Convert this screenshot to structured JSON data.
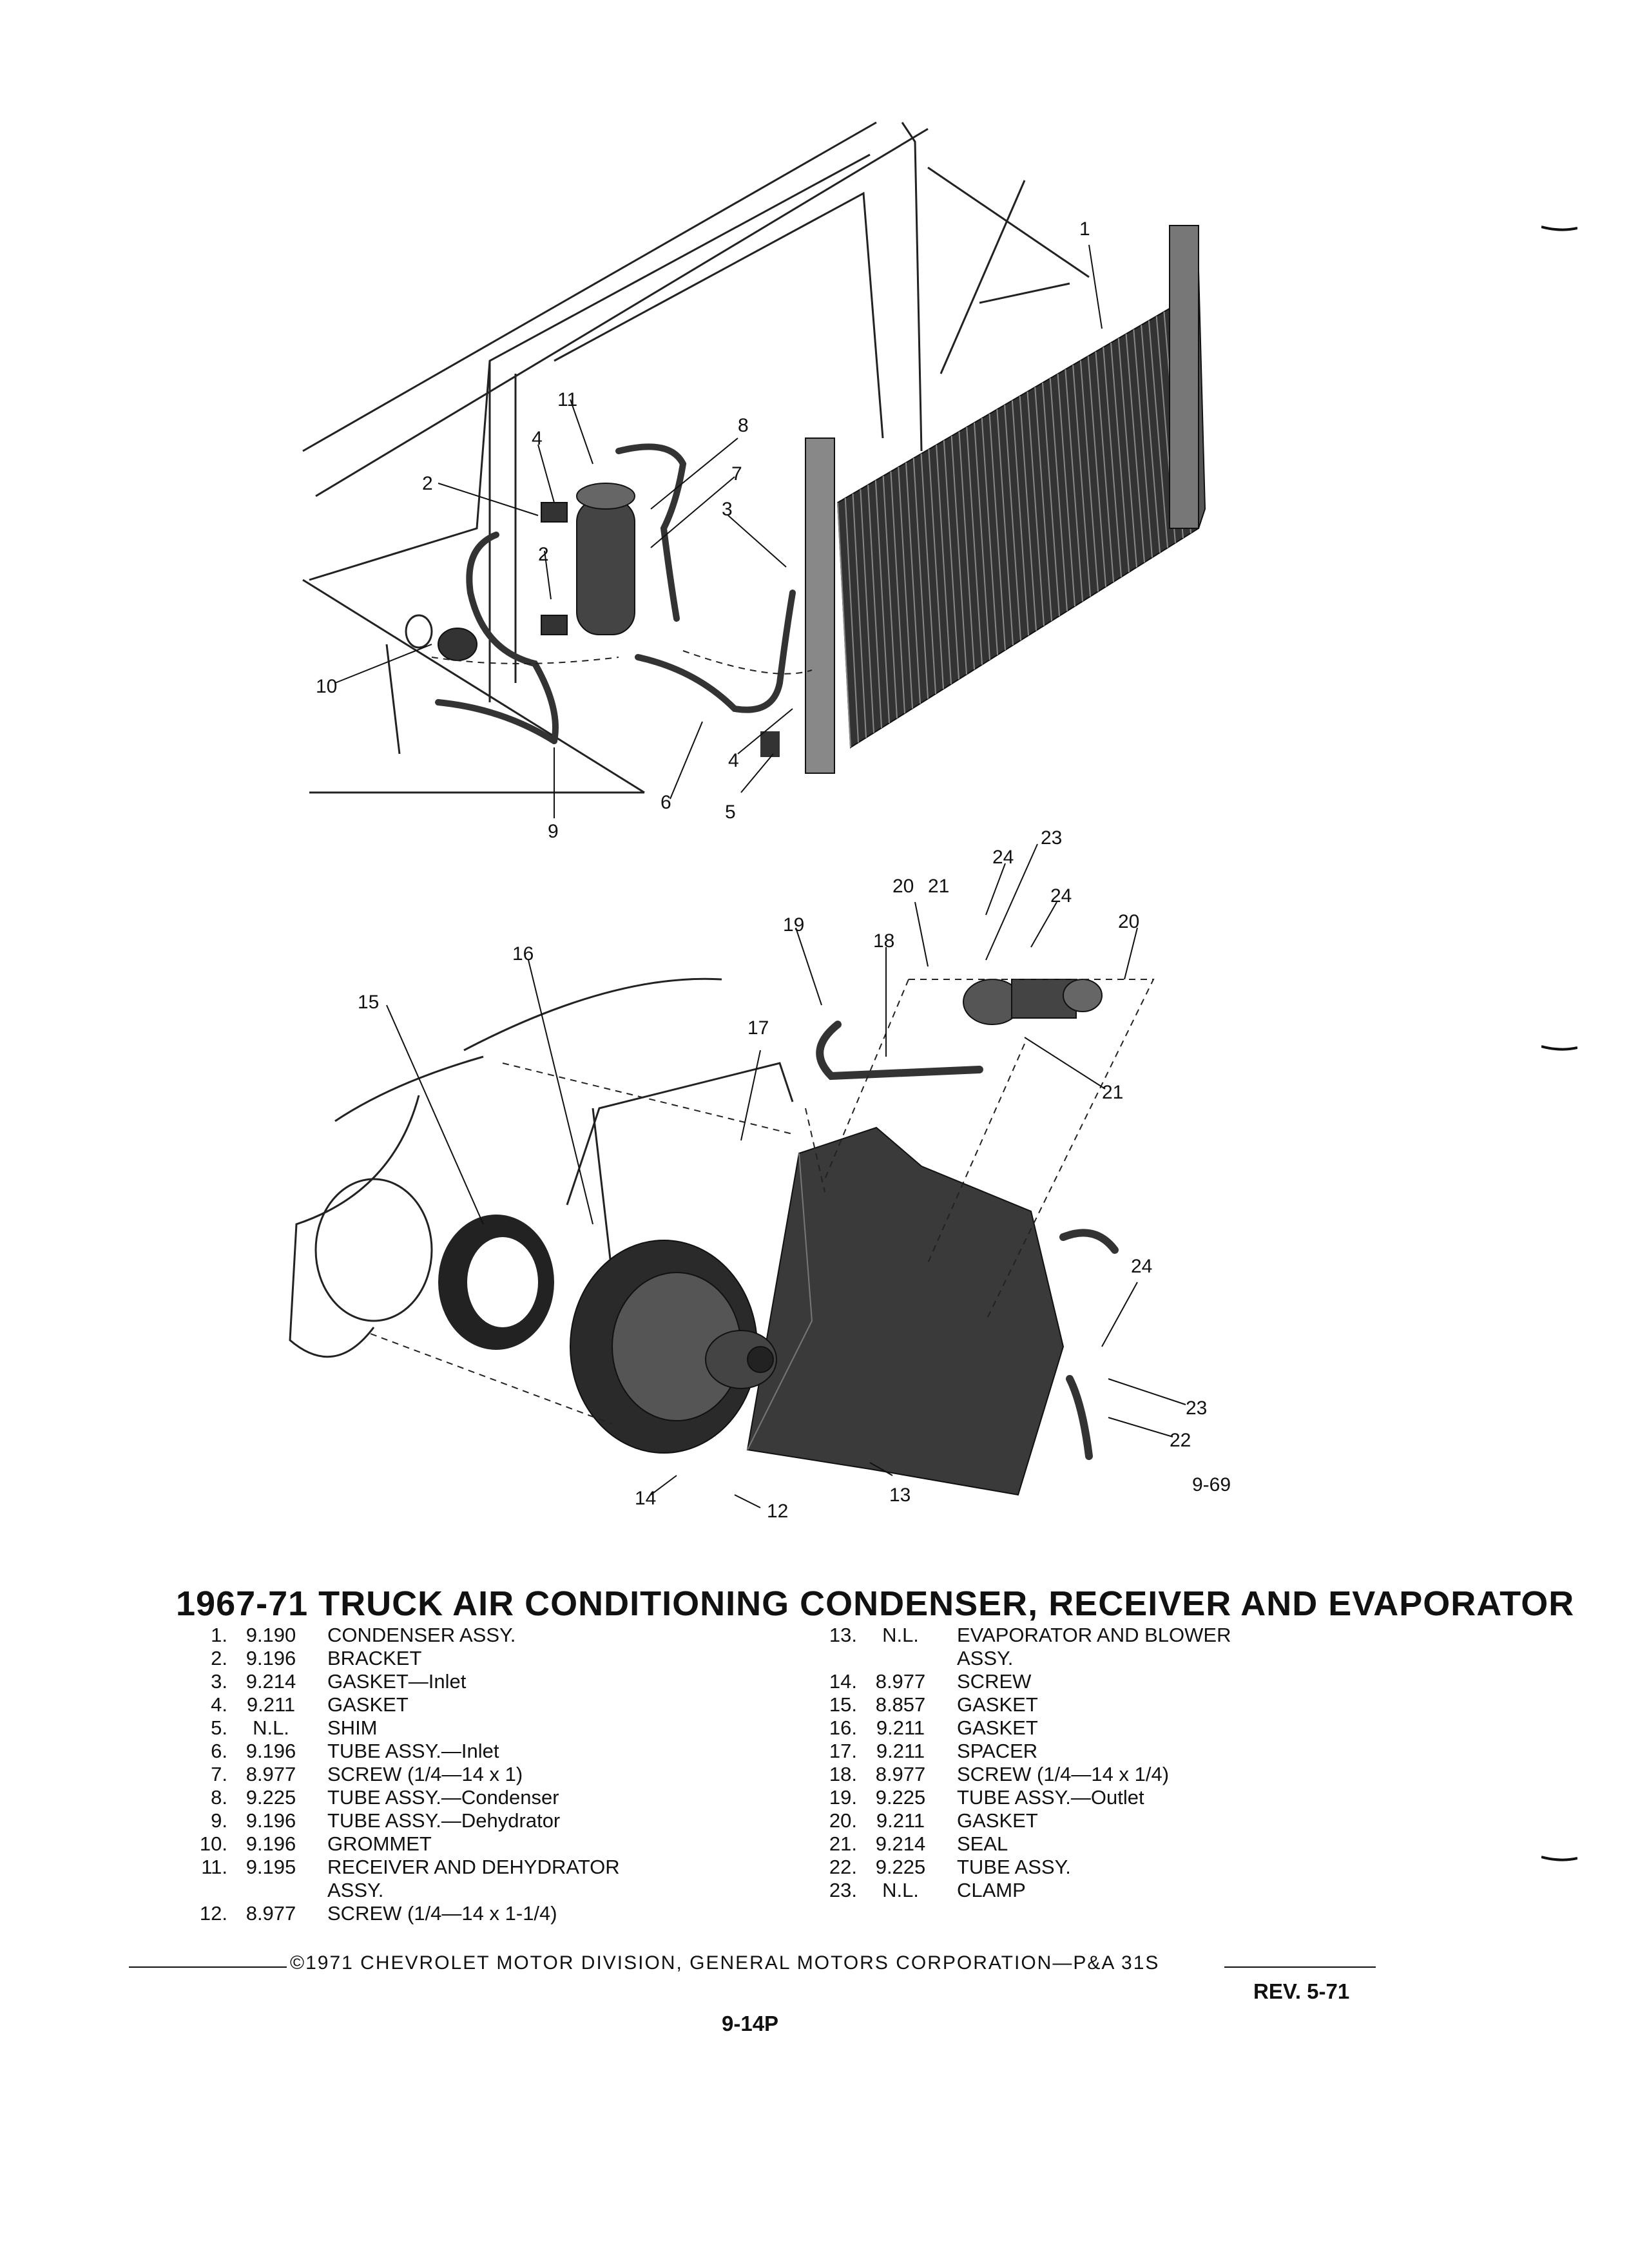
{
  "figure": {
    "code": "9-69",
    "callouts": [
      {
        "label": "1"
      },
      {
        "label": "11"
      },
      {
        "label": "8"
      },
      {
        "label": "4"
      },
      {
        "label": "2"
      },
      {
        "label": "7"
      },
      {
        "label": "3"
      },
      {
        "label": "2"
      },
      {
        "label": "10"
      },
      {
        "label": "9"
      },
      {
        "label": "6"
      },
      {
        "label": "4"
      },
      {
        "label": "5"
      },
      {
        "label": "23"
      },
      {
        "label": "24"
      },
      {
        "label": "20"
      },
      {
        "label": "21"
      },
      {
        "label": "24"
      },
      {
        "label": "20"
      },
      {
        "label": "19"
      },
      {
        "label": "18"
      },
      {
        "label": "16"
      },
      {
        "label": "15"
      },
      {
        "label": "17"
      },
      {
        "label": "21"
      },
      {
        "label": "24"
      },
      {
        "label": "23"
      },
      {
        "label": "22"
      },
      {
        "label": "13"
      },
      {
        "label": "14"
      },
      {
        "label": "12"
      }
    ]
  },
  "document": {
    "title": "1967-71 TRUCK AIR CONDITIONING CONDENSER, RECEIVER AND EVAPORATOR",
    "parts_left": [
      {
        "num": "1.",
        "code": "9.190",
        "desc": "CONDENSER ASSY."
      },
      {
        "num": "2.",
        "code": "9.196",
        "desc": "BRACKET"
      },
      {
        "num": "3.",
        "code": "9.214",
        "desc": "GASKET—Inlet"
      },
      {
        "num": "4.",
        "code": "9.211",
        "desc": "GASKET"
      },
      {
        "num": "5.",
        "code": "N.L.",
        "desc": "SHIM"
      },
      {
        "num": "6.",
        "code": "9.196",
        "desc": "TUBE ASSY.—Inlet"
      },
      {
        "num": "7.",
        "code": "8.977",
        "desc": "SCREW (1/4—14 x 1)"
      },
      {
        "num": "8.",
        "code": "9.225",
        "desc": "TUBE ASSY.—Condenser"
      },
      {
        "num": "9.",
        "code": "9.196",
        "desc": "TUBE ASSY.—Dehydrator"
      },
      {
        "num": "10.",
        "code": "9.196",
        "desc": "GROMMET"
      },
      {
        "num": "11.",
        "code": "9.195",
        "desc": "RECEIVER AND DEHYDRATOR",
        "cont": "ASSY."
      },
      {
        "num": "12.",
        "code": "8.977",
        "desc": "SCREW (1/4—14 x 1-1/4)"
      }
    ],
    "parts_right": [
      {
        "num": "13.",
        "code": "N.L.",
        "desc": "EVAPORATOR AND BLOWER",
        "cont": "ASSY."
      },
      {
        "num": "14.",
        "code": "8.977",
        "desc": "SCREW"
      },
      {
        "num": "15.",
        "code": "8.857",
        "desc": "GASKET"
      },
      {
        "num": "16.",
        "code": "9.211",
        "desc": "GASKET"
      },
      {
        "num": "17.",
        "code": "9.211",
        "desc": "SPACER"
      },
      {
        "num": "18.",
        "code": "8.977",
        "desc": "SCREW (1/4—14 x 1/4)"
      },
      {
        "num": "19.",
        "code": "9.225",
        "desc": "TUBE ASSY.—Outlet"
      },
      {
        "num": "20.",
        "code": "9.211",
        "desc": "GASKET"
      },
      {
        "num": "21.",
        "code": "9.214",
        "desc": "SEAL"
      },
      {
        "num": "22.",
        "code": "9.225",
        "desc": "TUBE ASSY."
      },
      {
        "num": "23.",
        "code": "N.L.",
        "desc": "CLAMP"
      }
    ],
    "footer": "©1971 CHEVROLET MOTOR DIVISION, GENERAL MOTORS CORPORATION—P&A 31S",
    "revision": "REV. 5-71",
    "page_number": "9-14P"
  }
}
